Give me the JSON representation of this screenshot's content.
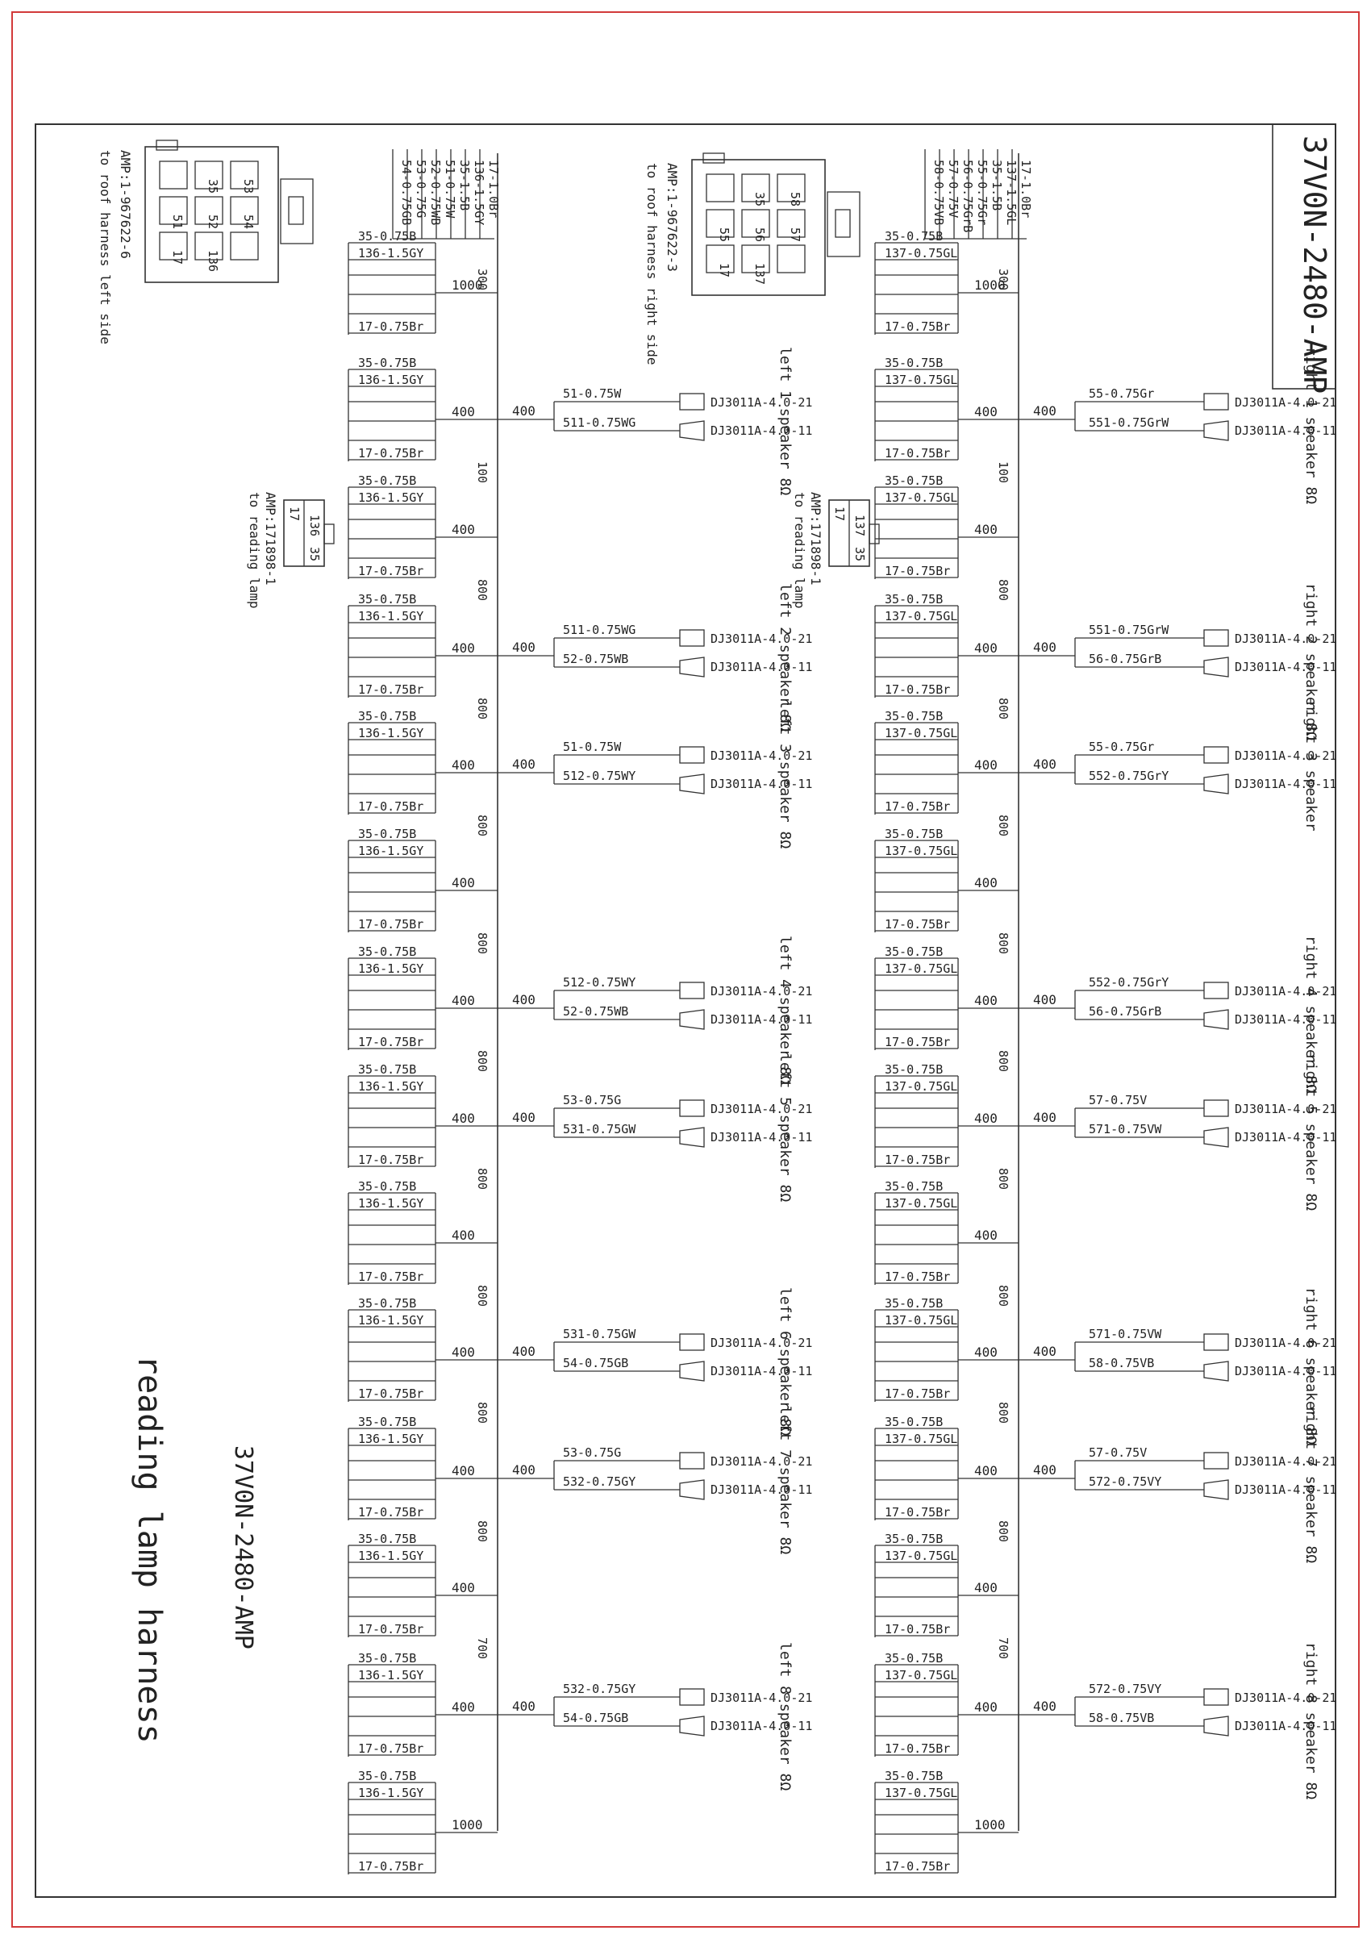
{
  "title_block": "37V0N-2480-AMP",
  "bottom_title": "37V0N-2480-AMP",
  "harness_name": "reading lamp harness",
  "connectors": {
    "roof_left": {
      "part": "AMP:1-967622-6",
      "note": "to roof harness left side",
      "pins": [
        "53",
        "54",
        "35",
        "52",
        "51",
        "17",
        "136"
      ],
      "wires": [
        "17-1.0Br",
        "136-1.5GY",
        "35-1.5B",
        "51-0.75W",
        "52-0.75WB",
        "53-0.75G",
        "54-0.75GB"
      ]
    },
    "roof_right": {
      "part": "AMP:1-967622-3",
      "note": "to roof harness right side",
      "pins": [
        "58",
        "57",
        "35",
        "56",
        "55",
        "17",
        "137"
      ],
      "wires": [
        "17-1.0Br",
        "137-1.5GL",
        "35-1.5B",
        "55-0.75Gr",
        "56-0.75GrB",
        "57-0.75V",
        "58-0.75VB"
      ]
    },
    "lamp_left": {
      "part": "AMP:171898-1",
      "note": "to reading lamp",
      "pins": [
        "17",
        "136",
        "35"
      ]
    },
    "lamp_right": {
      "part": "AMP:171898-1",
      "note": "to reading lamp",
      "pins": [
        "17",
        "137",
        "35"
      ]
    }
  },
  "left_trunk": {
    "segments": [
      "300",
      "100",
      "800",
      "800",
      "800",
      "800",
      "800",
      "800",
      "800",
      "800",
      "800",
      "700"
    ],
    "branch_length": "400",
    "end_length": "1000",
    "drop_wires": [
      "35-0.75B",
      "136-1.5GY",
      "17-0.75Br"
    ]
  },
  "right_trunk": {
    "segments": [
      "300",
      "100",
      "800",
      "800",
      "800",
      "800",
      "800",
      "800",
      "800",
      "800",
      "800",
      "700"
    ],
    "branch_length": "400",
    "end_length": "1000",
    "drop_wires": [
      "35-0.75B",
      "137-0.75GL",
      "17-0.75Br"
    ]
  },
  "speaker_part": {
    "pos": "DJ3011A-4.0-21",
    "neg": "DJ3011A-4.0-11"
  },
  "left_speakers": [
    {
      "label": "left 1 speaker 8Ω",
      "w1": "51-0.75W",
      "w2": "511-0.75WG"
    },
    {
      "label": "left 2 speaker 8Ω",
      "w1": "511-0.75WG",
      "w2": "52-0.75WB"
    },
    {
      "label": "left 3 speaker 8Ω",
      "w1": "51-0.75W",
      "w2": "512-0.75WY"
    },
    {
      "label": "left 4 speaker 8Ω",
      "w1": "512-0.75WY",
      "w2": "52-0.75WB"
    },
    {
      "label": "left 5 speaker 8Ω",
      "w1": "53-0.75G",
      "w2": "531-0.75GW"
    },
    {
      "label": "left 6 speaker 8Ω",
      "w1": "531-0.75GW",
      "w2": "54-0.75GB"
    },
    {
      "label": "left 7 speaker 8Ω",
      "w1": "53-0.75G",
      "w2": "532-0.75GY"
    },
    {
      "label": "left 8 speaker 8Ω",
      "w1": "532-0.75GY",
      "w2": "54-0.75GB"
    }
  ],
  "right_speakers": [
    {
      "label": "right 1 speaker 8Ω",
      "w1": "55-0.75Gr",
      "w2": "551-0.75GrW"
    },
    {
      "label": "right 2 speaker 8Ω",
      "w1": "551-0.75GrW",
      "w2": "56-0.75GrB"
    },
    {
      "label": "right 3 speaker",
      "w1": "55-0.75Gr",
      "w2": "552-0.75GrY"
    },
    {
      "label": "right 4 speaker 8Ω",
      "w1": "552-0.75GrY",
      "w2": "56-0.75GrB"
    },
    {
      "label": "right 5 speaker 8Ω",
      "w1": "57-0.75V",
      "w2": "571-0.75VW"
    },
    {
      "label": "right 6 speaker 8Ω",
      "w1": "571-0.75VW",
      "w2": "58-0.75VB"
    },
    {
      "label": "right 7 speaker 8Ω",
      "w1": "57-0.75V",
      "w2": "572-0.75VY"
    },
    {
      "label": "right 8 speaker 8Ω",
      "w1": "572-0.75VY",
      "w2": "58-0.75VB"
    }
  ],
  "colors": {
    "border_red": "#d23a3a",
    "line": "#333333"
  }
}
